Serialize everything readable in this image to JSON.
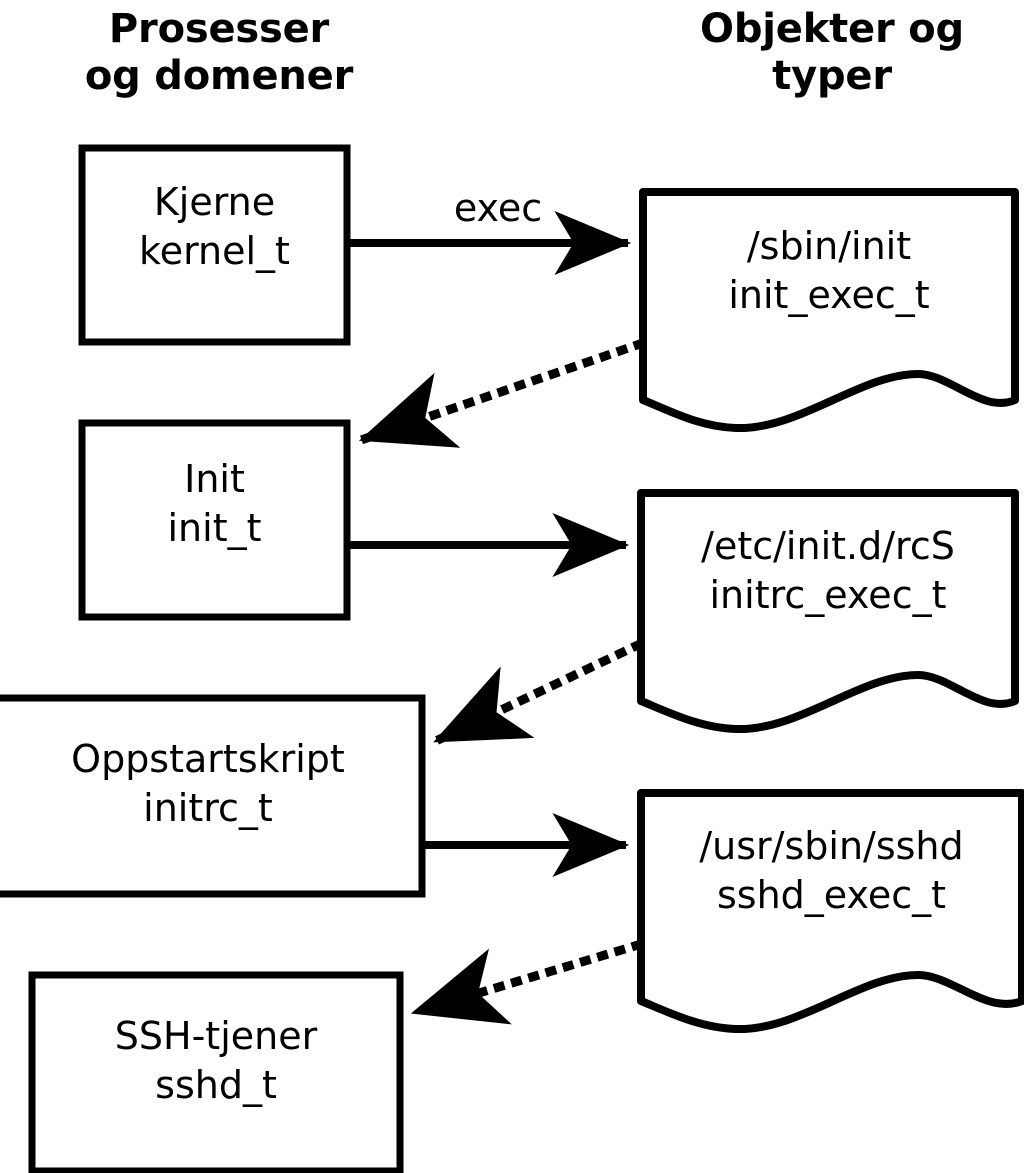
{
  "diagram": {
    "title_visible": false,
    "background_color": "#ffffff",
    "stroke_color": "#000000",
    "columns": [
      {
        "id": "processes",
        "header": "Prosesser\nog domener"
      },
      {
        "id": "objects",
        "header": "Objekter og\ntyper"
      }
    ],
    "process_nodes": [
      {
        "id": "kernel",
        "shape": "rectangle",
        "line1": "Kjerne",
        "line2": "kernel_t",
        "text": "Kjerne\nkernel_t"
      },
      {
        "id": "init",
        "shape": "rectangle",
        "line1": "Init",
        "line2": "init_t",
        "text": "Init\ninit_t"
      },
      {
        "id": "initrc",
        "shape": "rectangle",
        "line1": "Oppstartskript",
        "line2": "initrc_t",
        "text": "Oppstartskript\ninitrc_t"
      },
      {
        "id": "sshd",
        "shape": "rectangle",
        "line1": "SSH-tjener",
        "line2": "sshd_t",
        "text": "SSH-tjener\nsshd_t"
      }
    ],
    "object_nodes": [
      {
        "id": "init_exec",
        "shape": "document",
        "line1": "/sbin/init",
        "line2": "init_exec_t",
        "text": "/sbin/init\ninit_exec_t"
      },
      {
        "id": "initrc_exec",
        "shape": "document",
        "line1": "/etc/init.d/rcS",
        "line2": "initrc_exec_t",
        "text": "/etc/init.d/rcS\ninitrc_exec_t"
      },
      {
        "id": "sshd_exec",
        "shape": "document",
        "line1": "/usr/sbin/sshd",
        "line2": "sshd_exec_t",
        "text": "/usr/sbin/sshd\nsshd_exec_t"
      }
    ],
    "edges": [
      {
        "id": "kernel-execs-init",
        "from": "kernel",
        "to": "init_exec",
        "style": "solid",
        "label": "exec"
      },
      {
        "id": "init_exec-becomes-init",
        "from": "init_exec",
        "to": "init",
        "style": "dotted",
        "label": ""
      },
      {
        "id": "init-execs-rcs",
        "from": "init",
        "to": "initrc_exec",
        "style": "solid",
        "label": ""
      },
      {
        "id": "rcs-becomes-initrc",
        "from": "initrc_exec",
        "to": "initrc",
        "style": "dotted",
        "label": ""
      },
      {
        "id": "initrc-execs-sshd",
        "from": "initrc",
        "to": "sshd_exec",
        "style": "solid",
        "label": ""
      },
      {
        "id": "sshd_exec-becomes-sshd",
        "from": "sshd_exec",
        "to": "sshd",
        "style": "dotted",
        "label": ""
      }
    ]
  }
}
